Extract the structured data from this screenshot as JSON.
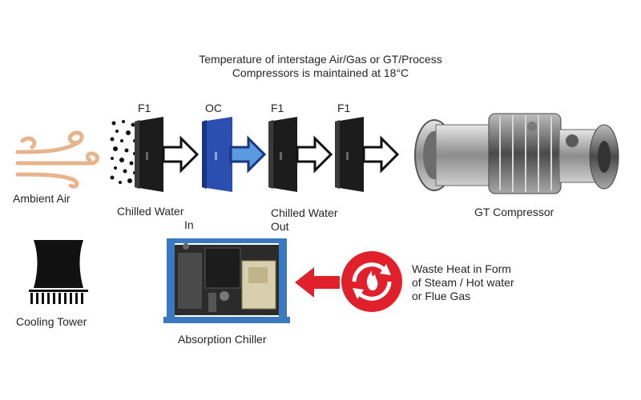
{
  "title": {
    "line1": "Temperature of interstage Air/Gas or GT/Process",
    "line2": "Compressors is maintained at 18°C"
  },
  "filters": {
    "f1_a": "F1",
    "oc": "OC",
    "f1_b": "F1",
    "f1_c": "F1"
  },
  "labels": {
    "ambient_air": "Ambient Air",
    "chilled_water_in_1": "Chilled Water",
    "chilled_water_in_2": "In",
    "chilled_water_out_1": "Chilled Water",
    "chilled_water_out_2": "Out",
    "gt_compressor": "GT Compressor",
    "cooling_tower": "Cooling Tower",
    "absorption_chiller": "Absorption Chiller",
    "waste_heat_1": "Waste Heat in Form",
    "waste_heat_2": "of Steam / Hot water",
    "waste_heat_3": "or Flue Gas"
  },
  "colors": {
    "filter_dark": "#1c1c1c",
    "oc_blue": "#2a4fb0",
    "air_orange": "#e8b48e",
    "waste_red": "#e0202a",
    "chiller_blue": "#3a78c0"
  },
  "icons": {
    "air": "wind-swirl-icon",
    "dots": "particles-icon",
    "arrow": "flow-arrow-icon",
    "waste": "flame-cycle-icon",
    "tower": "cooling-tower-icon"
  }
}
